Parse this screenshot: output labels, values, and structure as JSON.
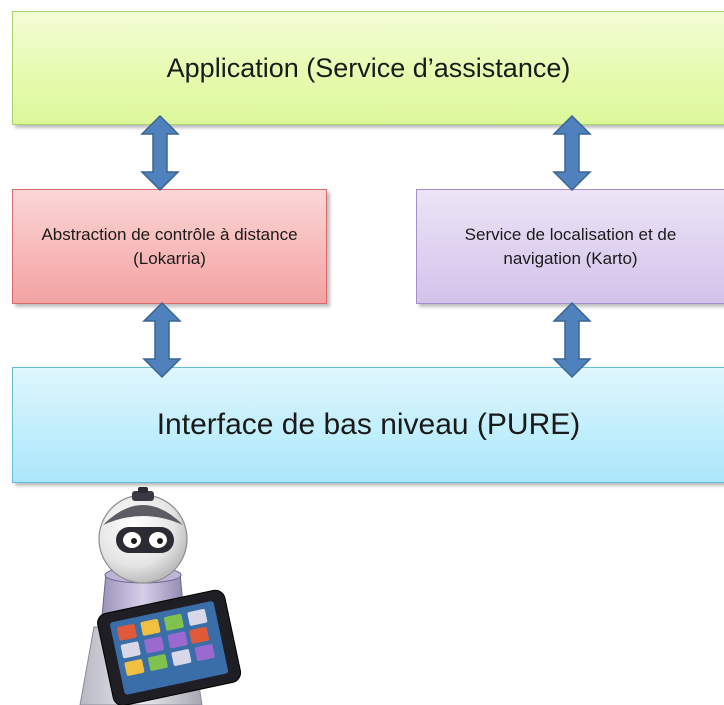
{
  "boxes": {
    "application": "Application (Service d’assistance)",
    "remote_control": "Abstraction de contrôle à distance (Lokarria)",
    "localization": "Service de localisation et de navigation (Karto)",
    "low_level": "Interface de bas niveau (PURE)"
  },
  "colors": {
    "application": "#e6fbb0",
    "remote_control": "#f7b6b6",
    "localization": "#ddd0ef",
    "low_level": "#bfeefc",
    "arrow": "#4f81bd"
  },
  "connections": [
    {
      "from": "application",
      "to": "remote_control",
      "type": "bidirectional"
    },
    {
      "from": "application",
      "to": "localization",
      "type": "bidirectional"
    },
    {
      "from": "remote_control",
      "to": "low_level",
      "type": "bidirectional"
    },
    {
      "from": "localization",
      "to": "low_level",
      "type": "bidirectional"
    }
  ],
  "illustration": "robot-with-touchscreen"
}
